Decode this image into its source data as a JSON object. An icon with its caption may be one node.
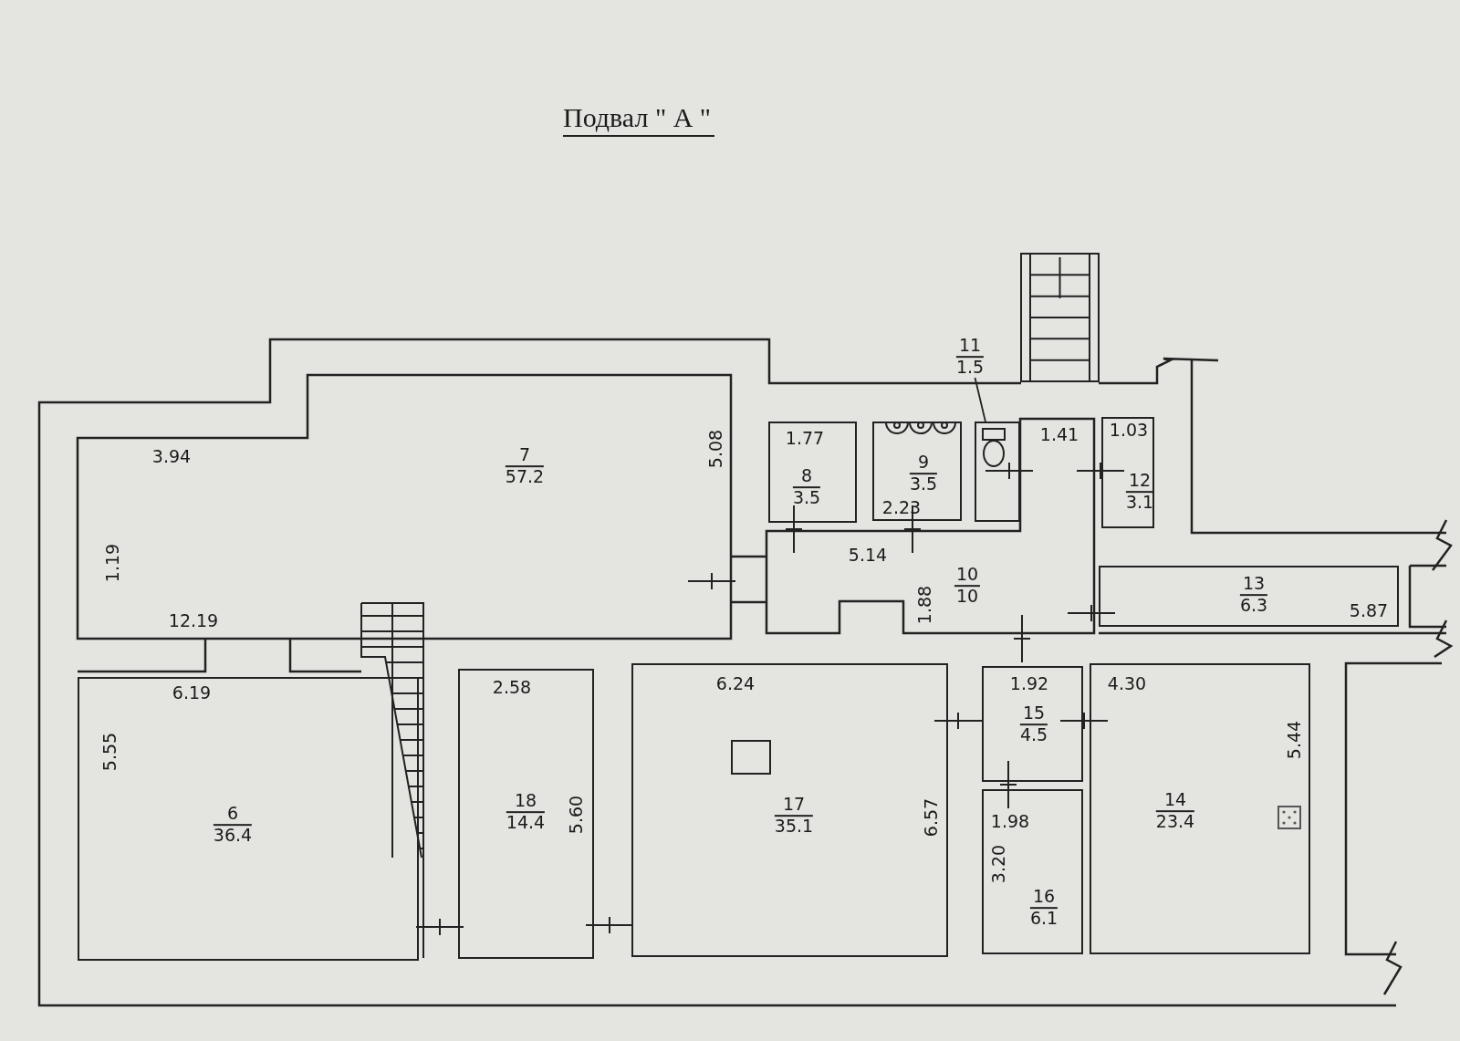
{
  "diagram": {
    "title": "Подвал \" А \"",
    "nodes": [
      {
        "text": [
          "11",
          "1.5"
        ]
      },
      {
        "text": [],
        "shape": "box"
      },
      {
        "text": [
          "7",
          "57.2"
        ]
      },
      {
        "text": [
          "8",
          "3.5"
        ]
      },
      {
        "text": [
          "9",
          "3.5"
        ]
      },
      {
        "text": [
          "12",
          "3.1"
        ]
      },
      {
        "text": [
          "10",
          "10"
        ]
      },
      {
        "text": [
          "13",
          "6.3"
        ]
      },
      {
        "text": [
          "6",
          "36.4"
        ]
      },
      {
        "text": [
          "18",
          "14.4"
        ]
      },
      {
        "text": [
          "17",
          "35.1"
        ]
      },
      {
        "text": [
          "15",
          "4.5"
        ]
      },
      {
        "text": [
          "14",
          "23.4"
        ]
      },
      {
        "text": [
          "16",
          "6.1"
        ]
      }
    ],
    "edges": [
      {
        "from": 0,
        "to": 1,
        "arrow": "none"
      }
    ],
    "labels": [
      "3.94",
      "5.08",
      "1.77",
      "1.41",
      "1.03",
      "1.19",
      "2.23",
      "5.14",
      "1.88",
      "5.87",
      "12.19",
      "6.19",
      "2.58",
      "6.24",
      "1.92",
      "4.30",
      "5.55",
      "5.60",
      "6.57",
      "5.44",
      "1.98",
      "3.20"
    ]
  }
}
